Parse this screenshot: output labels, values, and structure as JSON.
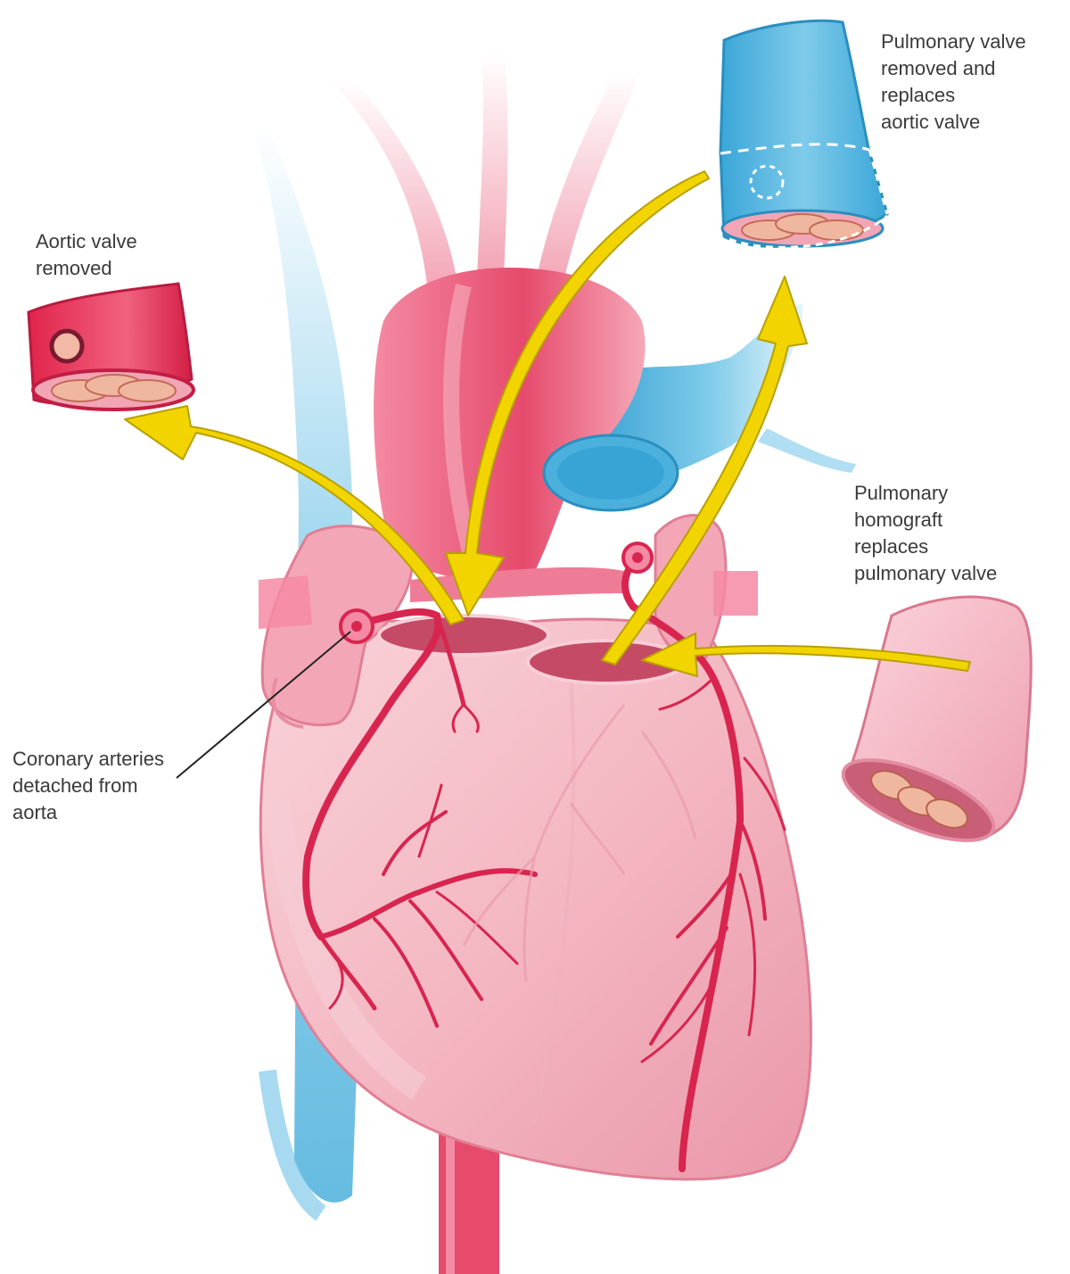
{
  "diagram": {
    "labels": {
      "aortic_removed": [
        "Aortic valve",
        "removed"
      ],
      "pulmonary_replaces": [
        "Pulmonary valve",
        "removed and",
        "replaces",
        "aortic valve"
      ],
      "homograft": [
        "Pulmonary",
        "homograft",
        "replaces",
        "pulmonary valve"
      ],
      "coronary": [
        "Coronary arteries",
        "detached from",
        "aorta"
      ]
    },
    "colors": {
      "heart": "#f4b8c2",
      "heart_dark": "#e58a9c",
      "artery": "#d8254f",
      "aorta": "#e64a6c",
      "pulmonary_blue": "#4bb0dc",
      "arrow": "#f2d400",
      "homograft": "#f5b7c4",
      "valve_leaflet": "#f0b7a0"
    }
  }
}
